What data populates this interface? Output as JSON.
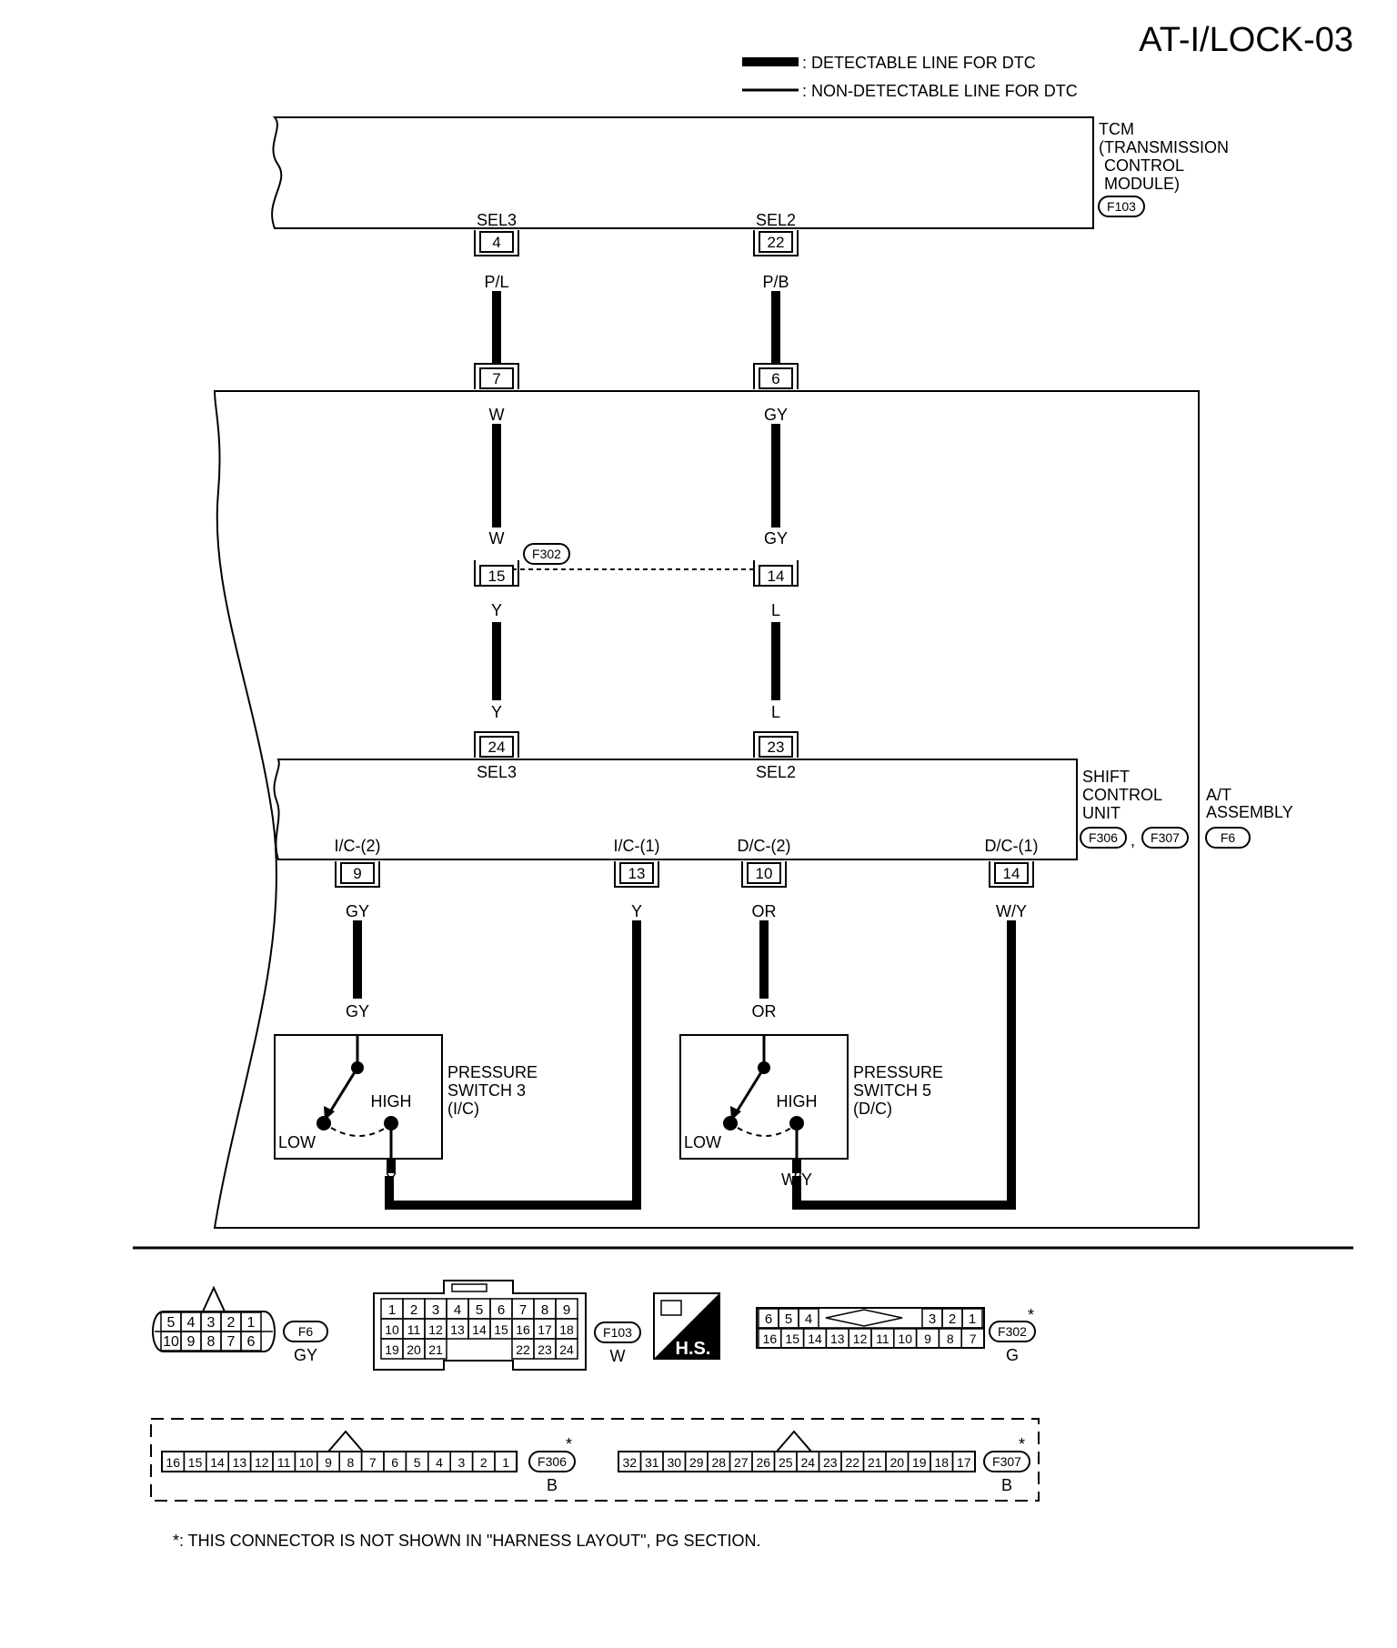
{
  "page_code": "AT-I/LOCK-03",
  "legend": {
    "detectable": ": DETECTABLE LINE FOR DTC",
    "non_detectable": ": NON-DETECTABLE LINE FOR DTC"
  },
  "tcm": {
    "lines": [
      "TCM",
      "(TRANSMISSION",
      "CONTROL",
      "MODULE)"
    ],
    "connector": "F103",
    "pins": [
      {
        "signal": "SEL3",
        "pin": "4",
        "wire": "P/L"
      },
      {
        "signal": "SEL2",
        "pin": "22",
        "wire": "P/B"
      }
    ]
  },
  "f6_pins": [
    {
      "pin": "7",
      "wire": "W"
    },
    {
      "pin": "6",
      "wire": "GY"
    }
  ],
  "f302": {
    "connector": "F302",
    "pins": [
      {
        "pin": "15",
        "wire_top": "W",
        "wire_bottom": "Y"
      },
      {
        "pin": "14",
        "wire_top": "GY",
        "wire_bottom": "L"
      }
    ]
  },
  "scu": {
    "lines": [
      "SHIFT",
      "CONTROL",
      "UNIT"
    ],
    "connectors": [
      "F306",
      "F307"
    ],
    "sep": ",",
    "top_pins": [
      {
        "signal": "SEL3",
        "pin": "24",
        "wire": "Y"
      },
      {
        "signal": "SEL2",
        "pin": "23",
        "wire": "L"
      }
    ],
    "bottom_pins": [
      {
        "signal": "I/C-(2)",
        "pin": "9",
        "wire": "GY"
      },
      {
        "signal": "I/C-(1)",
        "pin": "13",
        "wire": "Y"
      },
      {
        "signal": "D/C-(2)",
        "pin": "10",
        "wire": "OR"
      },
      {
        "signal": "D/C-(1)",
        "pin": "14",
        "wire": "W/Y"
      }
    ]
  },
  "at_assembly": {
    "lines": [
      "A/T",
      "ASSEMBLY"
    ],
    "connector": "F6"
  },
  "ps3": {
    "lines": [
      "PRESSURE",
      "SWITCH 3",
      "(I/C)"
    ],
    "wire_in": "GY",
    "wire_out": "Y",
    "high": "HIGH",
    "low": "LOW"
  },
  "ps5": {
    "lines": [
      "PRESSURE",
      "SWITCH 5",
      "(D/C)"
    ],
    "wire_in": "OR",
    "wire_out": "W/Y",
    "high": "HIGH",
    "low": "LOW"
  },
  "connectors": {
    "f6": {
      "id": "F6",
      "color": "GY",
      "row1": [
        "5",
        "4",
        "3",
        "2",
        "1"
      ],
      "row2": [
        "10",
        "9",
        "8",
        "7",
        "6"
      ]
    },
    "f103": {
      "id": "F103",
      "color": "W",
      "row1": [
        "1",
        "2",
        "3",
        "4",
        "5",
        "6",
        "7",
        "8",
        "9"
      ],
      "row2": [
        "10",
        "11",
        "12",
        "13",
        "14",
        "15",
        "16",
        "17",
        "18"
      ],
      "row3a": [
        "19",
        "20",
        "21"
      ],
      "row3b": [
        "22",
        "23",
        "24"
      ]
    },
    "hs": "H.S.",
    "f302": {
      "id": "F302",
      "color": "G",
      "row1a": [
        "6",
        "5",
        "4"
      ],
      "row1b": [
        "3",
        "2",
        "1"
      ],
      "row2": [
        "16",
        "15",
        "14",
        "13",
        "12",
        "11",
        "10",
        "9",
        "8",
        "7"
      ]
    },
    "f306": {
      "id": "F306",
      "color": "B",
      "row": [
        "16",
        "15",
        "14",
        "13",
        "12",
        "11",
        "10",
        "9",
        "8",
        "7",
        "6",
        "5",
        "4",
        "3",
        "2",
        "1"
      ]
    },
    "f307": {
      "id": "F307",
      "color": "B",
      "row": [
        "32",
        "31",
        "30",
        "29",
        "28",
        "27",
        "26",
        "25",
        "24",
        "23",
        "22",
        "21",
        "20",
        "19",
        "18",
        "17"
      ]
    },
    "star": "*"
  },
  "footnote": "*: THIS CONNECTOR IS NOT SHOWN IN \"HARNESS LAYOUT\", PG SECTION."
}
